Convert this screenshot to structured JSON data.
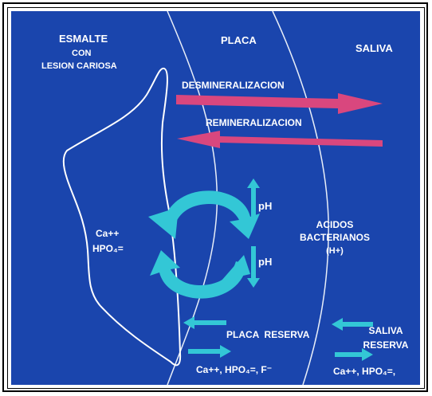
{
  "regions": {
    "esmalte": "ESMALTE",
    "esmalte_sub1": "CON",
    "esmalte_sub2": "LESION CARIOSA",
    "placa": "PLACA",
    "saliva": "SALIVA"
  },
  "process": {
    "desmineralizacion": "DESMINERALIZACION",
    "remineralizacion": "REMINERALIZACION"
  },
  "ions": {
    "ca": "Ca++",
    "hpo4": "HPO₄="
  },
  "ph": {
    "up": "pH",
    "down": "pH"
  },
  "acids": {
    "line1": "ACIDOS",
    "line2": "BACTERIANOS",
    "line3": "(H+)"
  },
  "reserves": {
    "placa_reserva": "PLACA  RESERVA",
    "saliva_line1": "SALIVA",
    "saliva_line2": "RESERVA",
    "placa_ions": "Ca++, HPO₄=, F⁻",
    "saliva_ions": "Ca++, HPO₄=,"
  },
  "colors": {
    "background": "#1a45ad",
    "text": "#ffffff",
    "pink_arrow": "#d9477e",
    "cyan_arrow": "#33c7d6"
  }
}
